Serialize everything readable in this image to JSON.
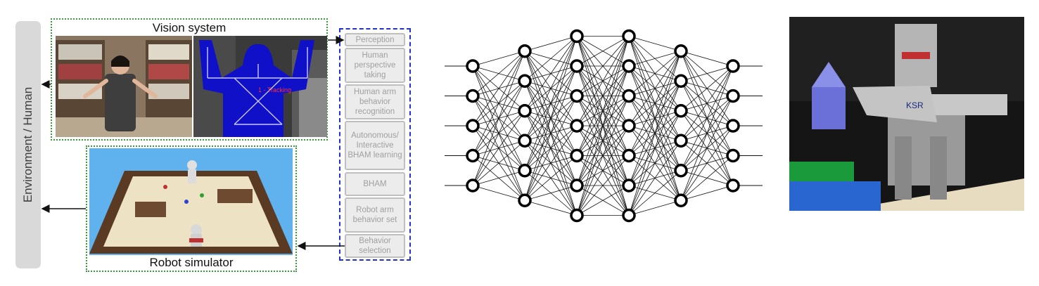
{
  "left_diagram": {
    "environment_label": "Environment  /  Human",
    "vision_system_title": "Vision system",
    "robot_simulator_title": "Robot simulator",
    "tracking_overlay_text": "1 - Tracking",
    "modules": [
      {
        "label": "Perception"
      },
      {
        "label": "Human perspective taking"
      },
      {
        "label": "Human arm behavior recognition"
      },
      {
        "label": "Autonomous/ Interactive BHAM learning"
      },
      {
        "label": "BHAM"
      },
      {
        "label": "Robot arm behavior set"
      },
      {
        "label": "Behavior selection"
      }
    ]
  },
  "neural_network": {
    "layer_sizes": [
      5,
      6,
      7,
      7,
      6,
      5
    ]
  },
  "robot_photo": {
    "badge_text": "KSR"
  },
  "colors": {
    "green_dotted_border": "#3a9a3a",
    "blue_dashed_border": "#2233cc",
    "module_text": "#a0a0a0",
    "side_bar": "#d9d9d9"
  }
}
